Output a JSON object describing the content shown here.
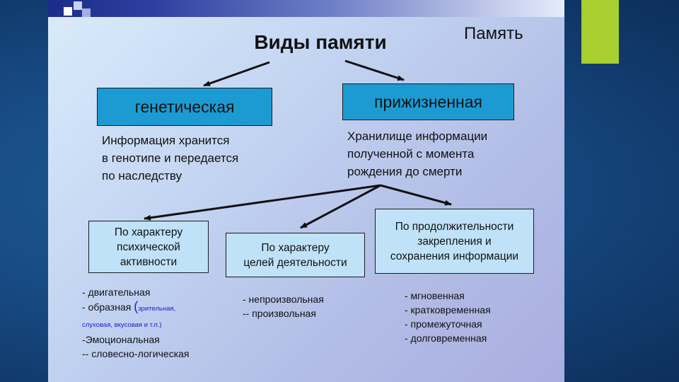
{
  "corner_label": "Память",
  "title": "Виды памяти",
  "colors": {
    "accent_green": "#a6cf2f",
    "box_blue": "#1c9bd3",
    "box_light": "#bfe2f8",
    "small_text_blue": "#1a1acc"
  },
  "top_boxes": [
    {
      "label": "генетическая",
      "description": [
        "Информация хранится",
        "в генотипе и передается",
        "по наследству"
      ]
    },
    {
      "label": "прижизненная",
      "description": [
        "Хранилище информации",
        "полученной с момента",
        "рождения до смерти"
      ]
    }
  ],
  "sub_boxes": [
    {
      "lines": [
        "По характеру",
        "психической",
        "активности"
      ]
    },
    {
      "lines": [
        "По характеру",
        "целей деятельности"
      ]
    },
    {
      "lines": [
        "По продолжительности",
        "закрепления и",
        "сохранения информации"
      ]
    }
  ],
  "lists": {
    "activity": {
      "item1": "- двигательная",
      "item2_prefix": "- образная ",
      "item2_paren": "(",
      "item2_note_1": "зрительная,",
      "item2_note_2": "слуховая, вкусовая и т.п.)",
      "item3": "-Эмоциональная",
      "item4": "-- словесно-логическая"
    },
    "goals": [
      "- непроизвольная",
      "-- произвольная"
    ],
    "duration": [
      "- мгновенная",
      "- кратковременная",
      "- промежуточная",
      "- долговременная"
    ]
  }
}
